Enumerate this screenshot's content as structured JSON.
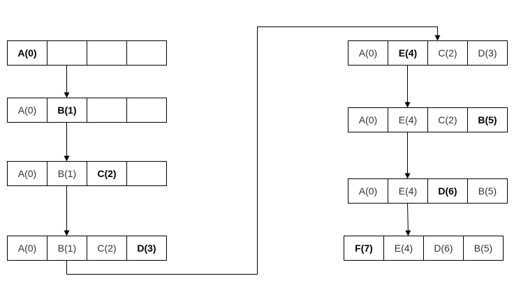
{
  "diagram": {
    "rows": [
      {
        "id": "row-1",
        "cells": [
          {
            "text": "A(0)",
            "bold": true
          },
          {
            "text": ""
          },
          {
            "text": ""
          },
          {
            "text": ""
          }
        ]
      },
      {
        "id": "row-2",
        "cells": [
          {
            "text": "A(0)"
          },
          {
            "text": "B(1)",
            "bold": true
          },
          {
            "text": ""
          },
          {
            "text": ""
          }
        ]
      },
      {
        "id": "row-3",
        "cells": [
          {
            "text": "A(0)"
          },
          {
            "text": "B(1)"
          },
          {
            "text": "C(2)",
            "bold": true
          },
          {
            "text": ""
          }
        ]
      },
      {
        "id": "row-4",
        "cells": [
          {
            "text": "A(0)"
          },
          {
            "text": "B(1)"
          },
          {
            "text": "C(2)"
          },
          {
            "text": "D(3)",
            "bold": true
          }
        ]
      },
      {
        "id": "row-5",
        "cells": [
          {
            "text": "A(0)"
          },
          {
            "text": "E(4)",
            "bold": true
          },
          {
            "text": "C(2)"
          },
          {
            "text": "D(3)"
          }
        ]
      },
      {
        "id": "row-6",
        "cells": [
          {
            "text": "A(0)"
          },
          {
            "text": "E(4)"
          },
          {
            "text": "C(2)"
          },
          {
            "text": "B(5)",
            "bold": true
          }
        ]
      },
      {
        "id": "row-7",
        "cells": [
          {
            "text": "A(0)"
          },
          {
            "text": "E(4)"
          },
          {
            "text": "D(6)",
            "bold": true
          },
          {
            "text": "B(5)"
          }
        ]
      },
      {
        "id": "row-8",
        "cells": [
          {
            "text": "F(7)",
            "bold": true
          },
          {
            "text": "E(4)"
          },
          {
            "text": "D(6)"
          },
          {
            "text": "B(5)"
          }
        ]
      }
    ],
    "edges": [
      {
        "from": "row-1",
        "to": "row-2"
      },
      {
        "from": "row-2",
        "to": "row-3"
      },
      {
        "from": "row-3",
        "to": "row-4"
      },
      {
        "from": "row-4",
        "to": "row-5"
      },
      {
        "from": "row-5",
        "to": "row-6"
      },
      {
        "from": "row-6",
        "to": "row-7"
      },
      {
        "from": "row-7",
        "to": "row-8"
      }
    ]
  }
}
